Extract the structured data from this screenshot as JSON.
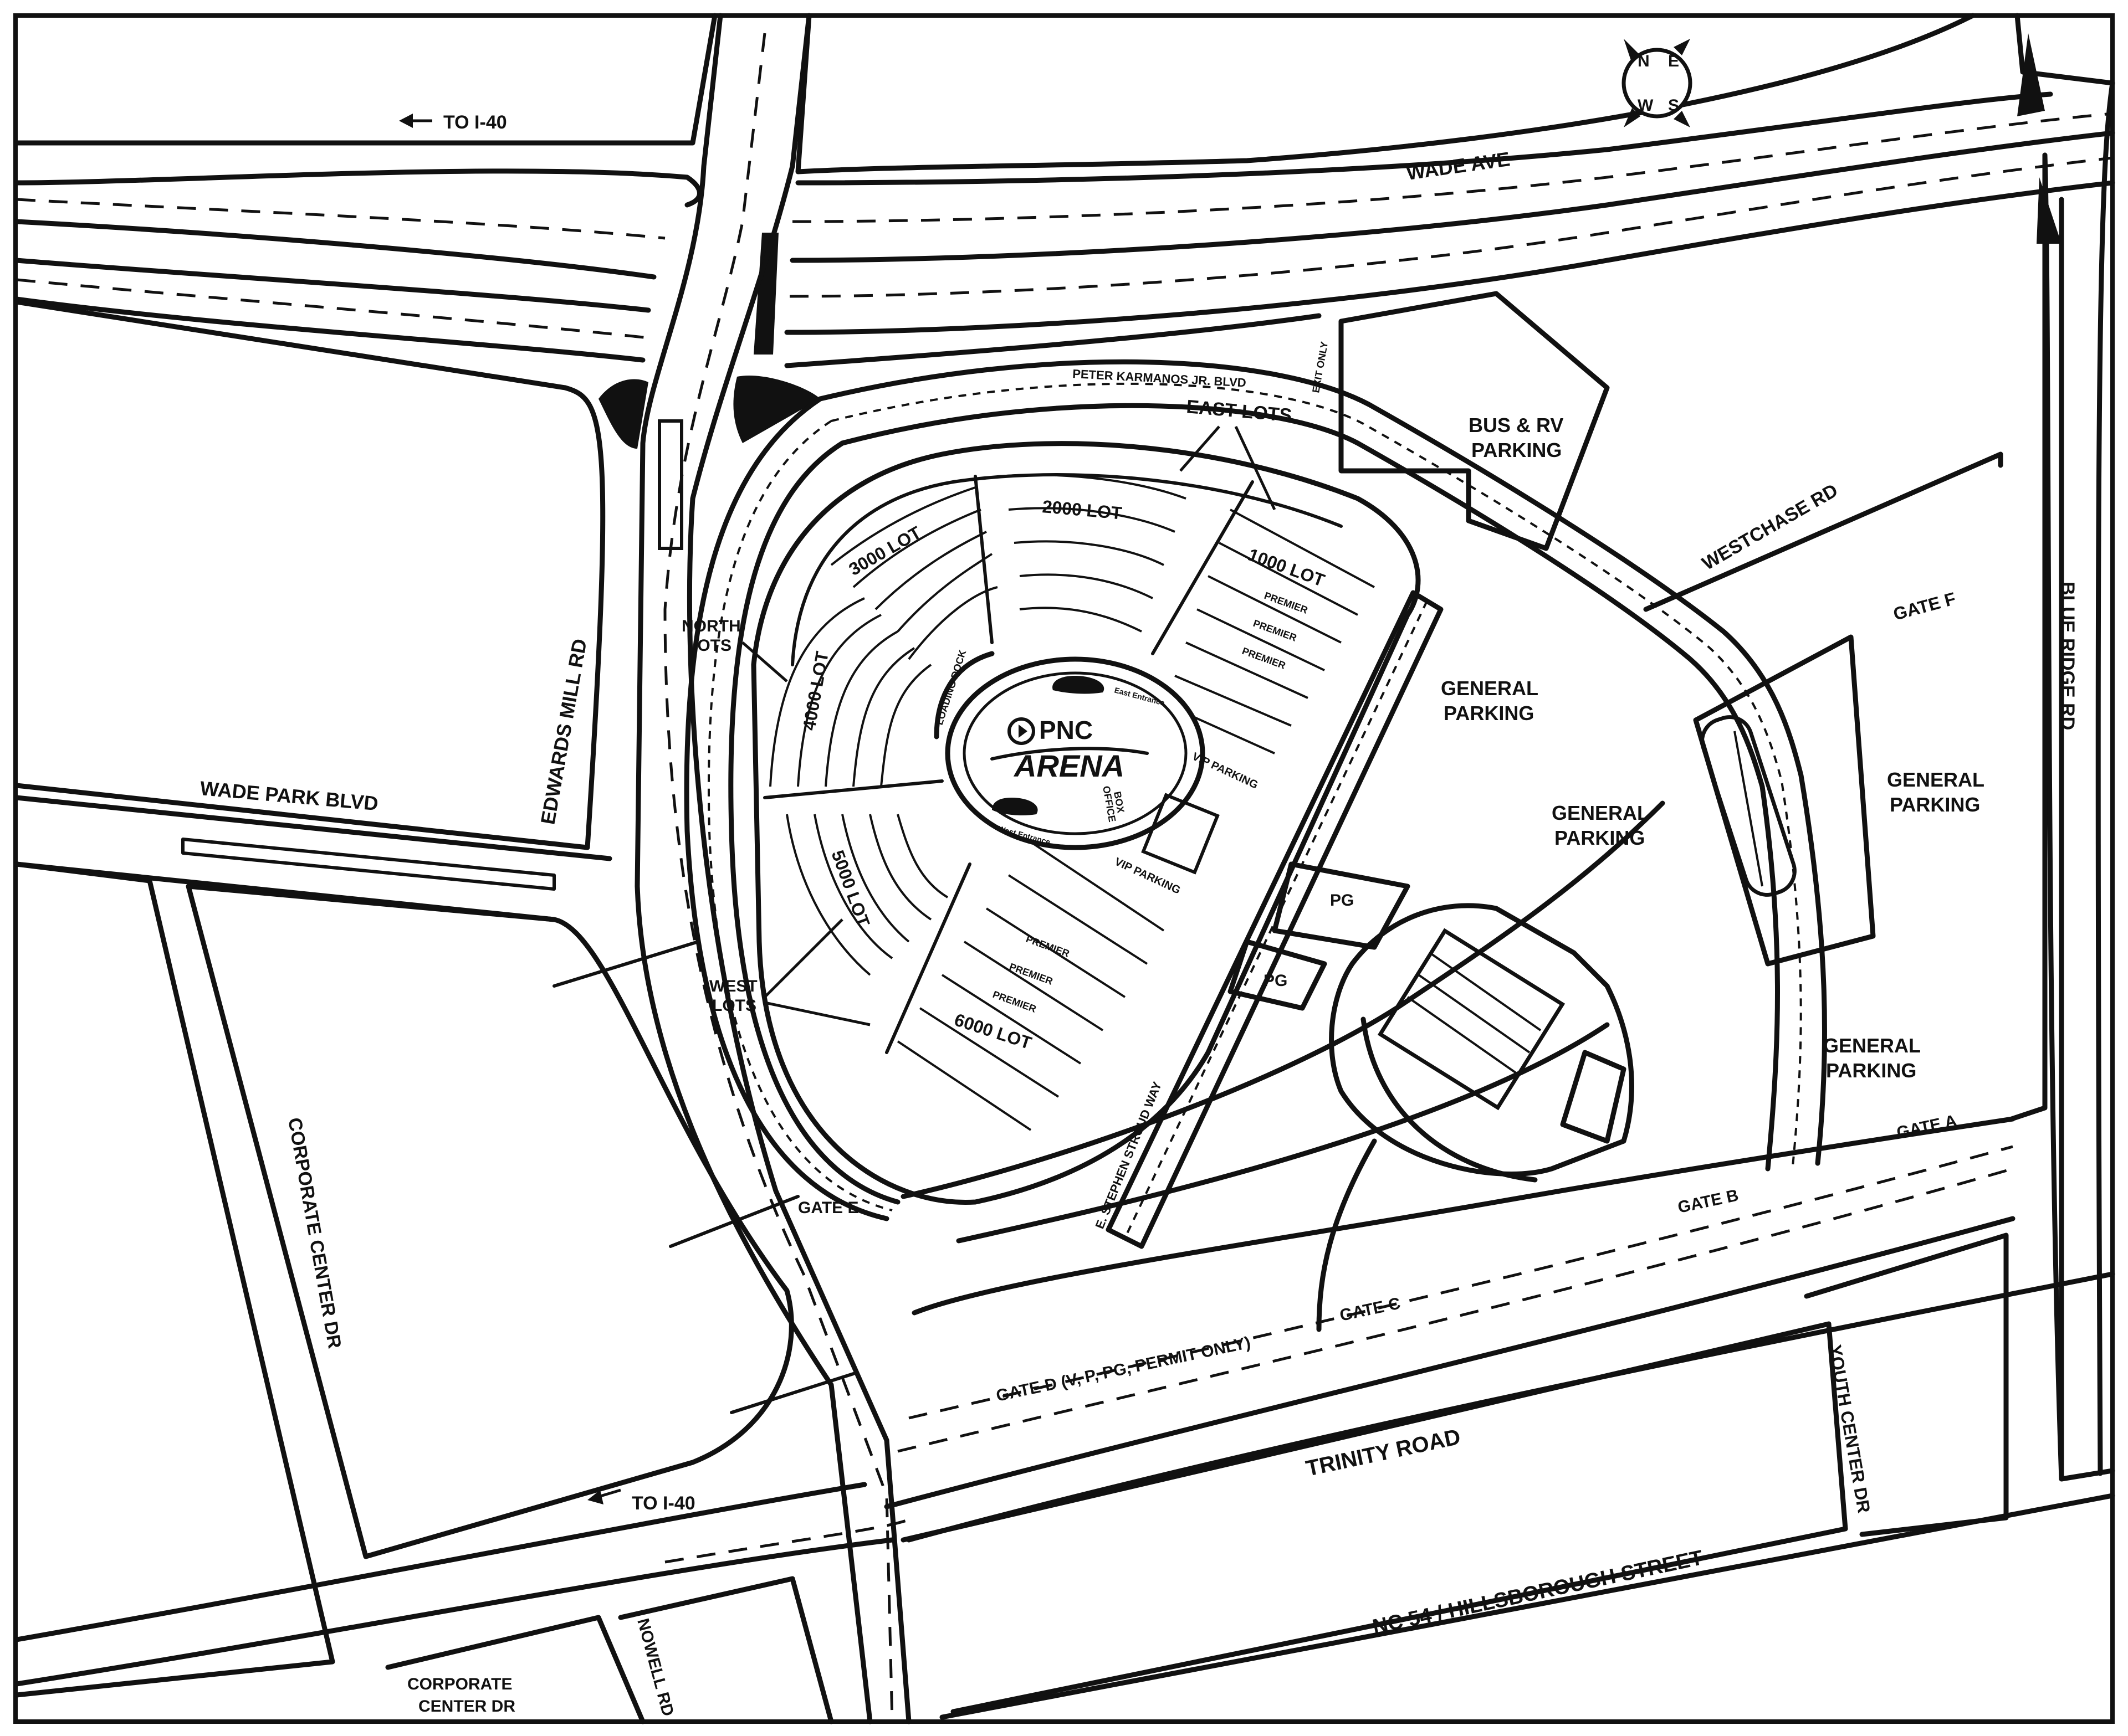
{
  "map": {
    "venue_logo": {
      "brand": "PNC",
      "word": "ARENA",
      "icon": "pnc-logo-icon"
    },
    "compass": {
      "icon": "compass-rose-icon",
      "n": "N",
      "e": "E",
      "s": "S",
      "w": "W"
    },
    "roads": {
      "wade_ave": "WADE AVE",
      "to_i40_top": "TO I-40",
      "to_i40_bottom": "TO I-40",
      "edwards_mill": "EDWARDS MILL RD",
      "wade_park": "WADE PARK BLVD",
      "corporate_center_left": "CORPORATE CENTER DR",
      "corporate_center_bottom_line1": "CORPORATE",
      "corporate_center_bottom_line2": "CENTER DR",
      "nowell": "NOWELL RD",
      "peter_karmanos": "PETER KARMANOS JR. BLVD",
      "westchase": "WESTCHASE RD",
      "blue_ridge": "BLUE RIDGE RD",
      "trinity": "TRINITY ROAD",
      "nc54": "NC 54 / HILLSBOROUGH STREET",
      "youth_center": "YOUTH CENTER DR",
      "stroud_way": "E. STEPHEN STROUD WAY",
      "exit_only": "EXIT ONLY"
    },
    "lots": {
      "east": "EAST LOTS",
      "north_line1": "NORTH",
      "north_line2": "LOTS",
      "west_line1": "WEST",
      "west_line2": "LOTS",
      "lot1000": "1000 LOT",
      "lot2000": "2000 LOT",
      "lot3000": "3000 LOT",
      "lot4000": "4000 LOT",
      "lot5000": "5000 LOT",
      "lot6000": "6000 LOT",
      "premier": "PREMIER",
      "vip_parking": "VIP PARKING",
      "pg": "PG",
      "bus_rv_line1": "BUS & RV",
      "bus_rv_line2": "PARKING",
      "general_line1": "GENERAL",
      "general_line2": "PARKING"
    },
    "arena_features": {
      "loading_dock": "LOADING DOCK",
      "box_office_line1": "BOX",
      "box_office_line2": "OFFICE",
      "east_entrance": "East Entrance",
      "west_entrance": "West Entrance"
    },
    "gates": {
      "a": "GATE A",
      "b": "GATE B",
      "c": "GATE C",
      "d": "GATE D (V, P, PG, PERMIT ONLY)",
      "e": "GATE E",
      "f": "GATE F"
    }
  }
}
